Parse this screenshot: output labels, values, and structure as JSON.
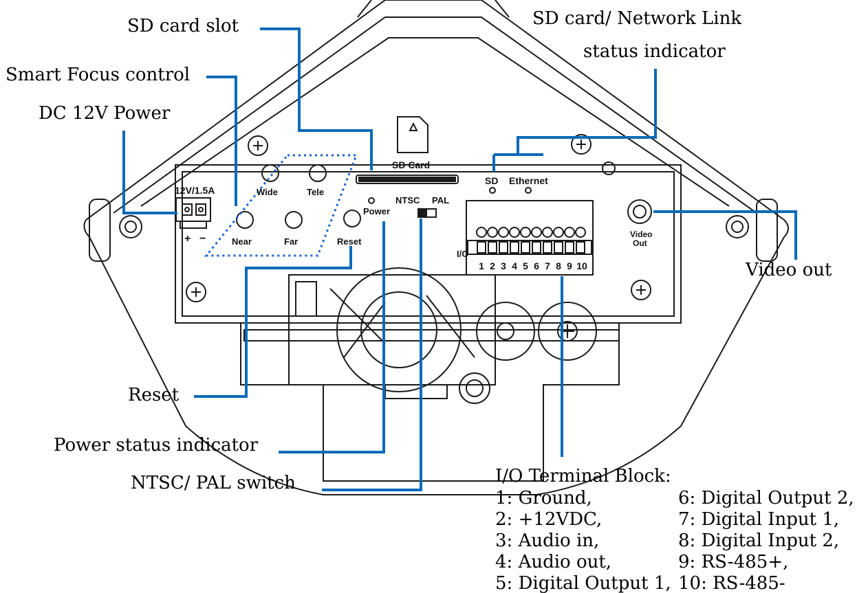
{
  "callouts": {
    "sd_slot": "SD card slot",
    "smart_focus": "Smart Focus control",
    "dc_power": "DC 12V Power",
    "sd_network_status_1": "SD card/ Network Link",
    "sd_network_status_2": "status indicator",
    "video_out": "Video out",
    "reset": "Reset",
    "power_status": "Power status indicator",
    "ntsc_pal": "NTSC/ PAL switch"
  },
  "device_labels": {
    "sd_card": "SD Card",
    "power_rating": "12V/1.5A",
    "plus": "+",
    "minus": "−",
    "wide": "Wide",
    "tele": "Tele",
    "near": "Near",
    "far": "Far",
    "reset": "Reset",
    "power": "Power",
    "ntsc": "NTSC",
    "pal": "PAL",
    "sd": "SD",
    "ethernet": "Ethernet",
    "io": "I/O",
    "video_out_1": "Video",
    "video_out_2": "Out",
    "pins": [
      "1",
      "2",
      "3",
      "4",
      "5",
      "6",
      "7",
      "8",
      "9",
      "10"
    ]
  },
  "io_block": {
    "title": "I/O Terminal Block:",
    "left": [
      "1: Ground,",
      "2: +12VDC,",
      "3: Audio in,",
      "4: Audio out,",
      "5: Digital Output 1,"
    ],
    "right": [
      "6: Digital Output 2,",
      "7: Digital Input 1,",
      "8: Digital Input 2,",
      "9: RS-485+,",
      "10: RS-485-"
    ]
  },
  "colors": {
    "leader": "#0a6ab8",
    "outline": "#1a1a1a",
    "dotted": "#1a5fd0"
  }
}
